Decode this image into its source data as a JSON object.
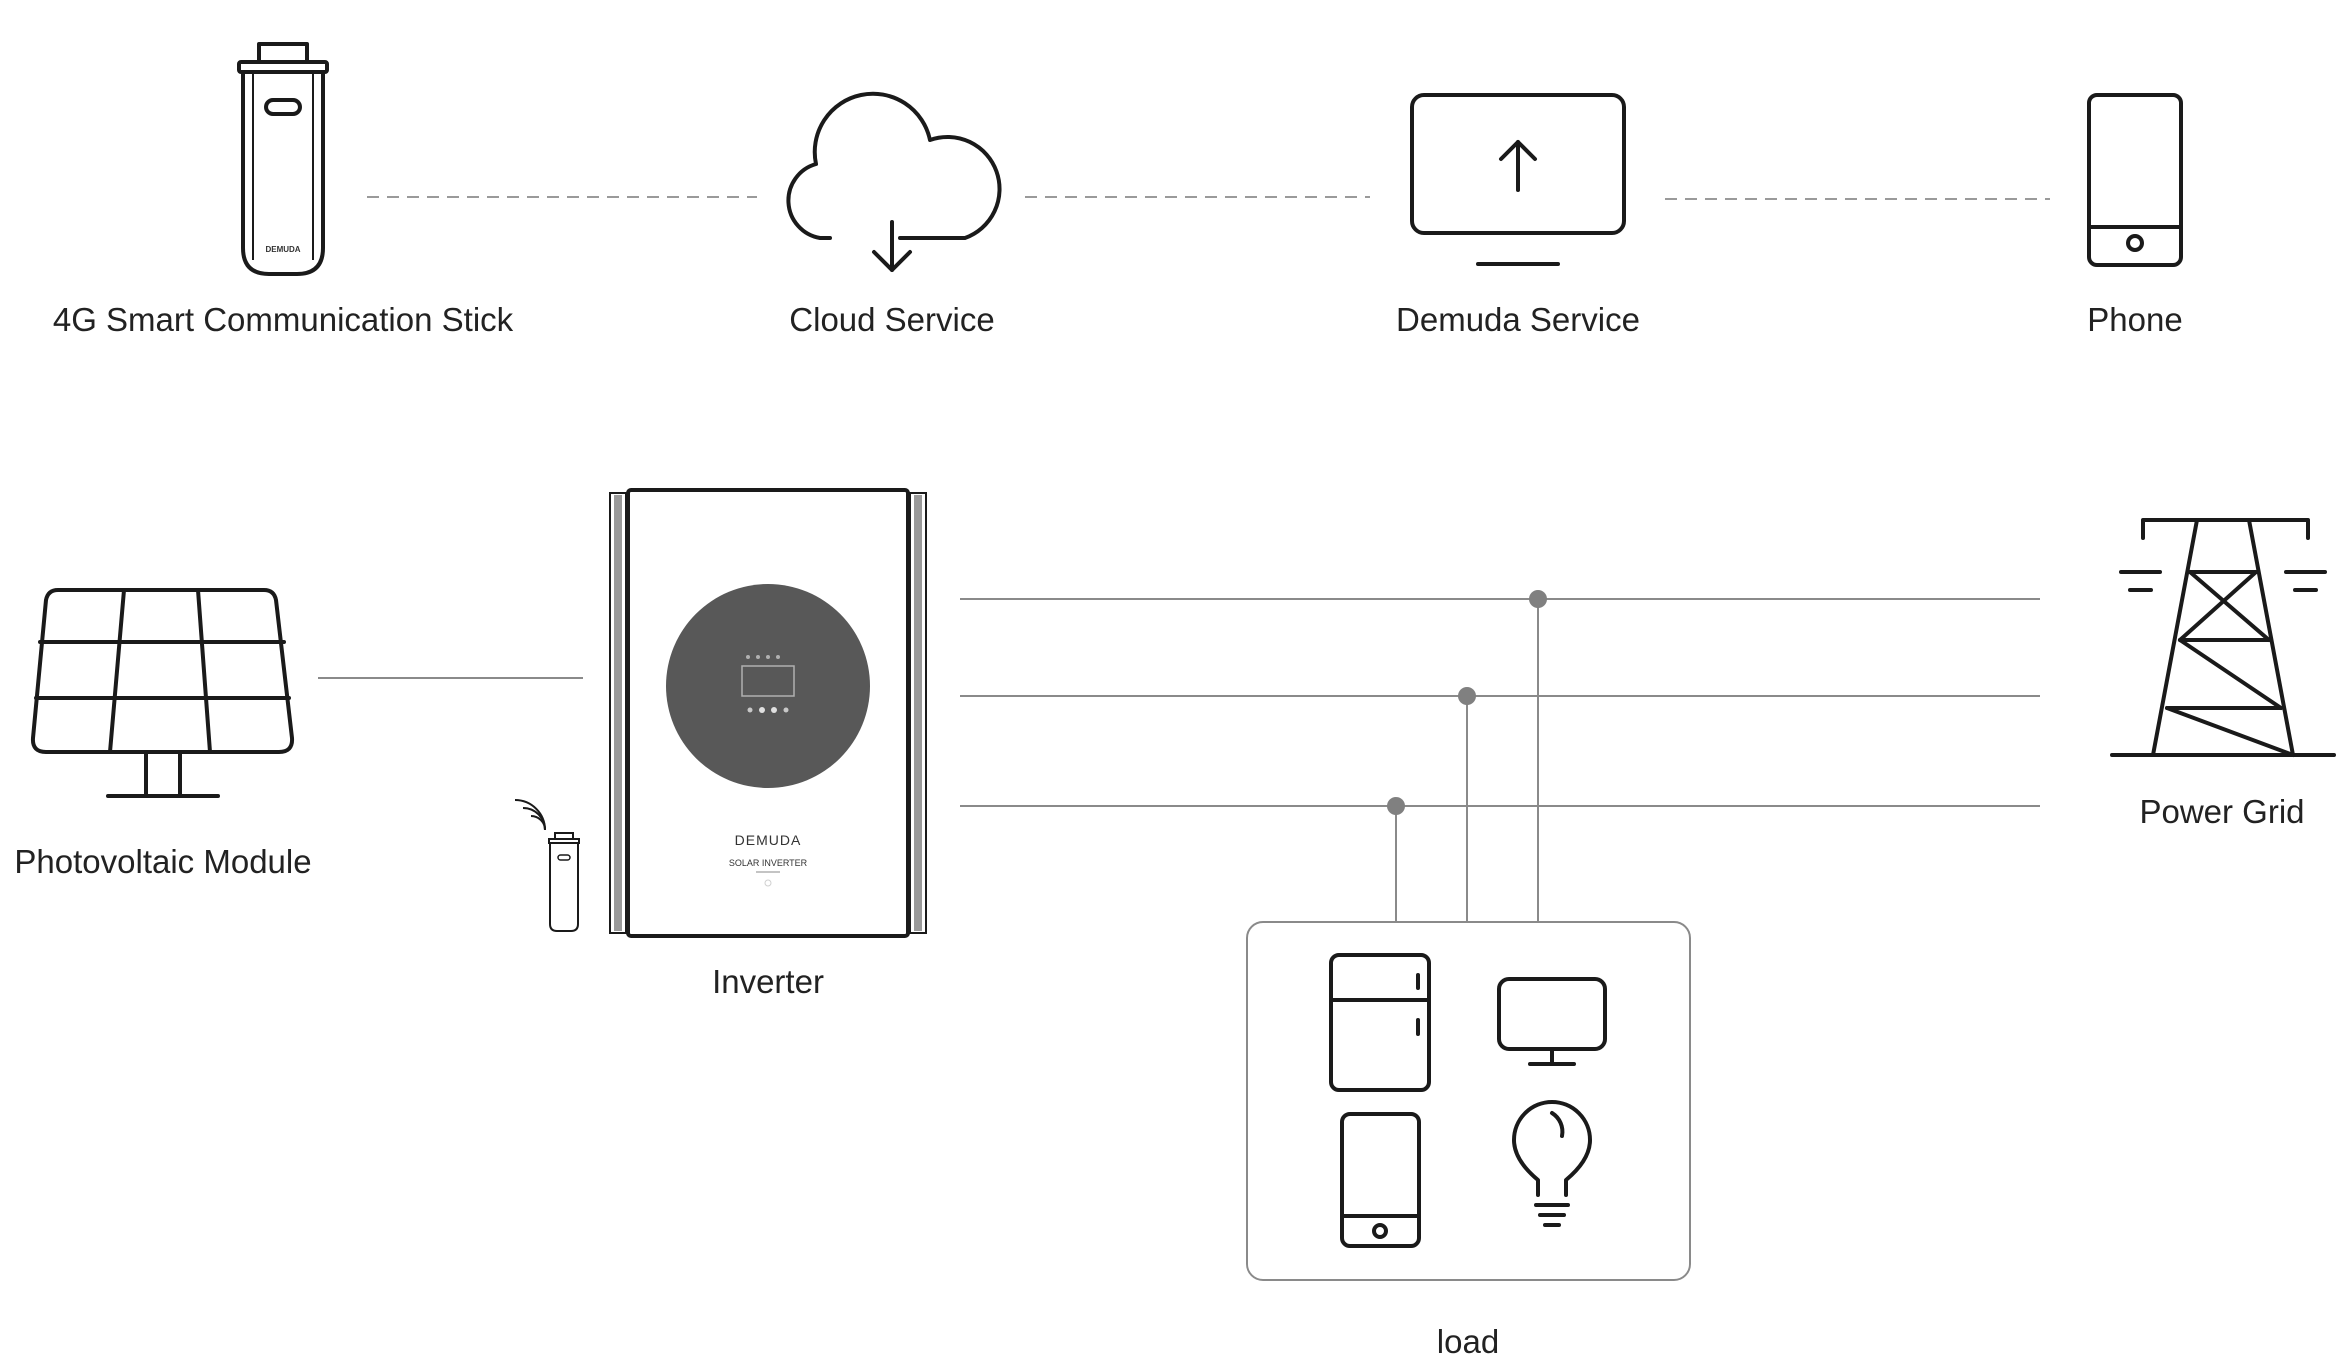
{
  "nodes": {
    "stick": "4G Smart Communication Stick",
    "cloud": "Cloud Service",
    "demuda": "Demuda Service",
    "phone": "Phone",
    "pv": "Photovoltaic Module",
    "inverter": "Inverter",
    "grid": "Power Grid",
    "load": "load"
  },
  "inverter_panel": {
    "brand": "DEMUDA",
    "model": "SOLAR INVERTER"
  },
  "stick_brand": "DEMUDA",
  "icons": {
    "stick": "usb-stick-icon",
    "cloud": "cloud-download-icon",
    "monitor": "monitor-upload-icon",
    "phone": "smartphone-icon",
    "solar": "solar-panel-icon",
    "inverter": "inverter-icon",
    "wifi": "wifi-signal-icon",
    "tower": "transmission-tower-icon",
    "fridge": "refrigerator-icon",
    "tv": "tv-icon",
    "tablet": "tablet-icon",
    "bulb": "light-bulb-icon"
  },
  "colors": {
    "line": "#1a1a1a",
    "dashed": "#9a9a9a",
    "wire": "#8a8a8a",
    "node_dot": "#808080",
    "inverter_disc": "#585858"
  }
}
